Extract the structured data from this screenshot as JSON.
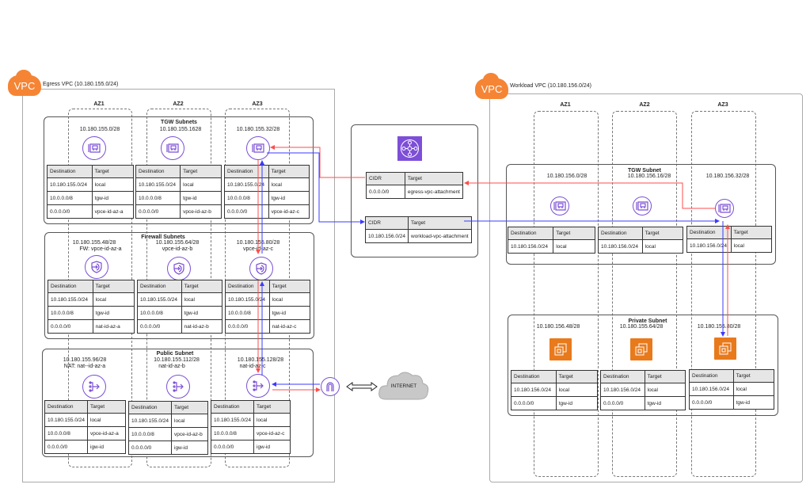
{
  "colors": {
    "vpc_badge": "#f58534",
    "icon_purple": "#7b4fd6",
    "ec2_orange": "#e87a1c",
    "route_red": "#ff4d4d",
    "route_blue": "#3b3bff"
  },
  "egress": {
    "badge": "VPC",
    "title": "Egress VPC (10.180.155.0/24)",
    "az_labels": [
      "AZ1",
      "AZ2",
      "AZ3"
    ],
    "tgw_subnets": {
      "title": "TGW Subnets",
      "cidrs": [
        "10.180.155.0/28",
        "10.180.155.1628",
        "10.180.155.32/28"
      ],
      "tables": [
        {
          "rows": [
            [
              "Destination",
              "Target"
            ],
            [
              "10.180.155.0/24",
              "local"
            ],
            [
              "10.0.0.0/8",
              "tgw-id"
            ],
            [
              "0.0.0.0/0",
              "vpce-id-az-a"
            ]
          ]
        },
        {
          "rows": [
            [
              "Destination",
              "Target"
            ],
            [
              "10.180.155.0/24",
              "local"
            ],
            [
              "10.0.0.0/8",
              "tgw-id"
            ],
            [
              "0.0.0.0/0",
              "vpce-id-az-b"
            ]
          ]
        },
        {
          "rows": [
            [
              "Destination",
              "Target"
            ],
            [
              "10.180.155.0/24",
              "local"
            ],
            [
              "10.0.0.0/8",
              "tgw-id"
            ],
            [
              "0.0.0.0/0",
              "vpce-id-az-c"
            ]
          ]
        }
      ]
    },
    "firewall_subnets": {
      "title": "Firewall Subnets",
      "cidrs": [
        "10.180.155.48/28",
        "10.180.155.64/28",
        "10.180.155.80/28"
      ],
      "notes": [
        "FW:  vpce-id-az-a",
        "vpce-id-az-b",
        "vpce-id-az-c"
      ],
      "tables": [
        {
          "rows": [
            [
              "Destination",
              "Target"
            ],
            [
              "10.180.155.0/24",
              "local"
            ],
            [
              "10.0.0.0/8",
              "tgw-id"
            ],
            [
              "0.0.0.0/0",
              "nat-id-az-a"
            ]
          ]
        },
        {
          "rows": [
            [
              "Destination",
              "Target"
            ],
            [
              "10.180.155.0/24",
              "local"
            ],
            [
              "10.0.0.0/8",
              "tgw-id"
            ],
            [
              "0.0.0.0/0",
              "nat-id-az-b"
            ]
          ]
        },
        {
          "rows": [
            [
              "Destination",
              "Target"
            ],
            [
              "10.180.155.0/24",
              "local"
            ],
            [
              "10.0.0.0/8",
              "tgw-id"
            ],
            [
              "0.0.0.0/0",
              "nat-id-az-c"
            ]
          ]
        }
      ]
    },
    "public_subnet": {
      "title": "Public Subnet",
      "cidrs": [
        "10.180.155.96/28",
        "10.180.155.112/28",
        "10.180.155.128/28"
      ],
      "notes": [
        "NAT:  nat--id-az-a",
        "nat-id-az-b",
        "nat-id-az-c"
      ],
      "tables": [
        {
          "rows": [
            [
              "Destination",
              "Target"
            ],
            [
              "10.180.155.0/24",
              "local"
            ],
            [
              "10.0.0.0/8",
              "vpce-id-az-a"
            ],
            [
              "0.0.0.0/0",
              "igw-id"
            ]
          ]
        },
        {
          "rows": [
            [
              "Destination",
              "Target"
            ],
            [
              "10.180.155.0/24",
              "local"
            ],
            [
              "10.0.0.0/8",
              "vpce-id-az-b"
            ],
            [
              "0.0.0.0/0",
              "igw-id"
            ]
          ]
        },
        {
          "rows": [
            [
              "Destination",
              "Target"
            ],
            [
              "10.180.155.0/24",
              "local"
            ],
            [
              "10.0.0.0/8",
              "vpce-id-az-c"
            ],
            [
              "0.0.0.0/0",
              "igw-id"
            ]
          ]
        }
      ]
    }
  },
  "transit_gateway": {
    "tables": [
      {
        "rows": [
          [
            "CIDR",
            "Target"
          ],
          [
            "0.0.0.0/0",
            "egress-vpc-attachment"
          ]
        ]
      },
      {
        "rows": [
          [
            "CIDR",
            "Target"
          ],
          [
            "10.180.156.0/24",
            "workload-vpc-attachment"
          ]
        ]
      }
    ]
  },
  "internet": {
    "label": "INTERNET"
  },
  "workload": {
    "badge": "VPC",
    "title": "Workload VPC (10.180.156.0/24)",
    "az_labels": [
      "AZ1",
      "AZ2",
      "AZ3"
    ],
    "tgw_subnet": {
      "title": "TGW Subnet",
      "cidrs": [
        "10.180.156.0/28",
        "10.180.156.16/28",
        "10.180.156.32/28"
      ],
      "tables": [
        {
          "rows": [
            [
              "Destination",
              "Target"
            ],
            [
              "10.180.156.0/24",
              "local"
            ]
          ]
        },
        {
          "rows": [
            [
              "Destination",
              "Target"
            ],
            [
              "10.180.156.0/24",
              "local"
            ]
          ]
        },
        {
          "rows": [
            [
              "Destination",
              "Target"
            ],
            [
              "10.180.156.0/24",
              "local"
            ]
          ]
        }
      ]
    },
    "private_subnet": {
      "title": "Private Subnet",
      "cidrs": [
        "10.180.156.48/28",
        "10.180.155.64/28",
        "10.180.155.80/28"
      ],
      "tables": [
        {
          "rows": [
            [
              "Destination",
              "Target"
            ],
            [
              "10.180.156.0/24",
              "local"
            ],
            [
              "0.0.0.0/0",
              "tgw-id"
            ]
          ]
        },
        {
          "rows": [
            [
              "Destination",
              "Target"
            ],
            [
              "10.180.156.0/24",
              "local"
            ],
            [
              "0.0.0.0/0",
              "tgw-id"
            ]
          ]
        },
        {
          "rows": [
            [
              "Destination",
              "Target"
            ],
            [
              "10.180.156.0/24",
              "local"
            ],
            [
              "0.0.0.0/0",
              "tgw-id"
            ]
          ]
        }
      ]
    }
  }
}
